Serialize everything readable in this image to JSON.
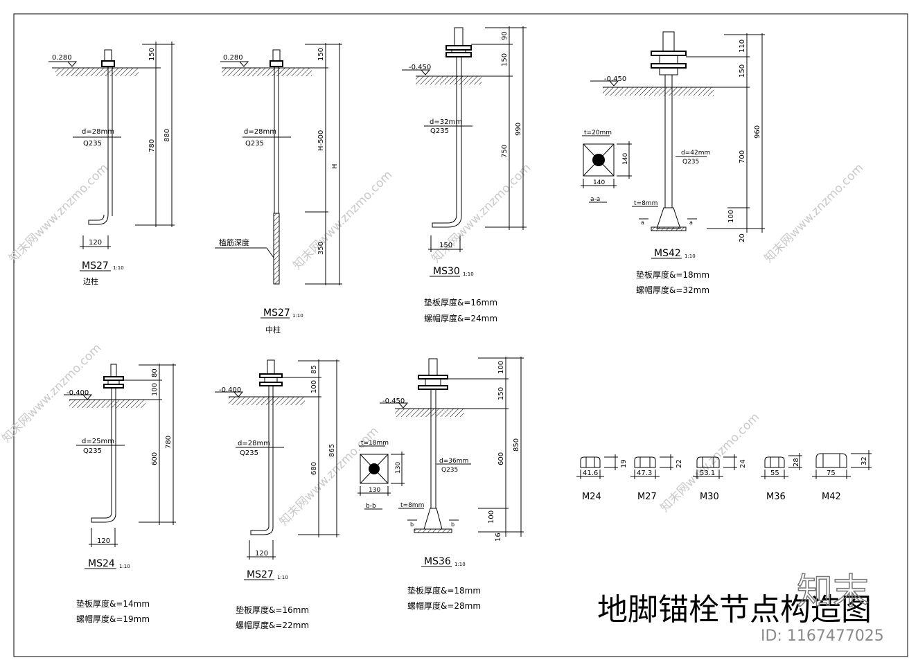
{
  "title": "地脚锚栓节点构造图",
  "id_label": "ID: 1167477025",
  "logo_text": "知末",
  "watermark_text": "知末网www.znzmo.com",
  "details": [
    {
      "name": "MS27",
      "scale": "1:10",
      "note": "边柱",
      "elev": "0.280",
      "dia": "d=28mm",
      "mat": "Q235",
      "dims": [
        "150",
        "780",
        "880"
      ],
      "hook": "120"
    },
    {
      "name": "MS27",
      "scale": "1:10",
      "note": "中柱",
      "elev": "0.280",
      "dia": "d=28mm",
      "mat": "Q235",
      "dims": [
        "150",
        "H-500",
        "H",
        "350"
      ],
      "embed": "植筋深度"
    },
    {
      "name": "MS30",
      "scale": "1:10",
      "elev": "-0.450",
      "dia": "d=32mm",
      "mat": "Q235",
      "dims": [
        "90",
        "150",
        "750",
        "990"
      ],
      "hook": "150",
      "pad": "垫板厚度&=16mm",
      "nut": "螺帽厚度&=24mm"
    },
    {
      "name": "MS42",
      "scale": "1:10",
      "elev": "-0.450",
      "dia": "d=42mm",
      "mat": "Q235",
      "dims": [
        "110",
        "150",
        "700",
        "960",
        "100",
        "20"
      ],
      "plate_t": "t=20mm",
      "plate_dim": "140",
      "plate_h": "140",
      "section": "a-a",
      "stiff_t": "t=8mm",
      "sec_mark": "a",
      "pad": "垫板厚度&=18mm",
      "nut": "螺帽厚度&=32mm"
    },
    {
      "name": "MS24",
      "scale": "1:10",
      "elev": "-0.400",
      "dia": "d=25mm",
      "mat": "Q235",
      "dims": [
        "80",
        "100",
        "600",
        "780"
      ],
      "hook": "120",
      "pad": "垫板厚度&=14mm",
      "nut": "螺帽厚度&=19mm"
    },
    {
      "name": "MS27",
      "scale": "1:10",
      "elev": "-0.400",
      "dia": "d=28mm",
      "mat": "Q235",
      "dims": [
        "85",
        "100",
        "680",
        "865"
      ],
      "hook": "120",
      "pad": "垫板厚度&=16mm",
      "nut": "螺帽厚度&=22mm"
    },
    {
      "name": "MS36",
      "scale": "1:10",
      "elev": "-0.450",
      "dia": "d=36mm",
      "mat": "Q235",
      "dims": [
        "100",
        "150",
        "600",
        "850",
        "100",
        "16"
      ],
      "plate_t": "t=18mm",
      "plate_dim": "130",
      "plate_h": "130",
      "section": "b-b",
      "stiff_t": "t=8mm",
      "sec_mark": "b",
      "pad": "垫板厚度&=18mm",
      "nut": "螺帽厚度&=28mm"
    }
  ],
  "nuts": [
    {
      "label": "M24",
      "w": "41.6",
      "h": "19"
    },
    {
      "label": "M27",
      "w": "47.3",
      "h": "22"
    },
    {
      "label": "M30",
      "w": "53.1",
      "h": "24"
    },
    {
      "label": "M36",
      "w": "55",
      "h": "28"
    },
    {
      "label": "M42",
      "w": "75",
      "h": "32"
    }
  ]
}
